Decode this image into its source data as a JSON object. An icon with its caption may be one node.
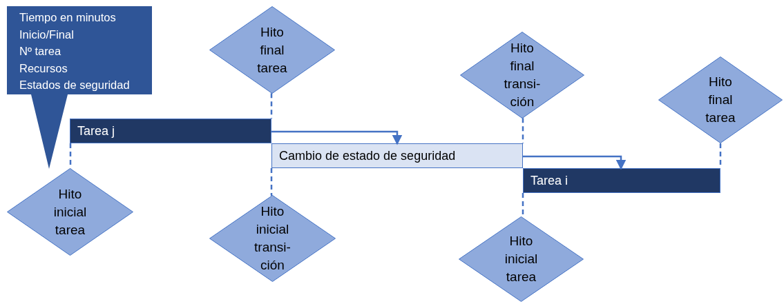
{
  "diagram": {
    "nodes": [
      {
        "text": [
          "Tiempo en minutos",
          "Inicio/Final",
          "Nº tarea",
          "Recursos",
          "Estados de seguridad"
        ]
      },
      {
        "text": [
          "Hito final tarea"
        ]
      },
      {
        "text": [
          "Hito final transi-ción"
        ]
      },
      {
        "text": [
          "Hito final tarea"
        ]
      },
      {
        "text": [
          "Tarea j"
        ]
      },
      {
        "text": [
          "Cambio de estado de seguridad"
        ]
      },
      {
        "text": [
          "Tarea i"
        ]
      },
      {
        "text": [
          "Hito inicial tarea"
        ]
      },
      {
        "text": [
          "Hito inicial transi-ción"
        ]
      },
      {
        "text": [
          "Hito inicial tarea"
        ]
      }
    ],
    "edges": [
      {
        "from": 4,
        "to": 7,
        "arrow": "none",
        "style": "dashed"
      },
      {
        "from": 1,
        "to": 4,
        "arrow": "none",
        "style": "dashed"
      },
      {
        "from": 5,
        "to": 8,
        "arrow": "none",
        "style": "dashed"
      },
      {
        "from": 2,
        "to": 5,
        "arrow": "none",
        "style": "dashed"
      },
      {
        "from": 6,
        "to": 9,
        "arrow": "none",
        "style": "dashed"
      },
      {
        "from": 3,
        "to": 6,
        "arrow": "none",
        "style": "dashed"
      },
      {
        "from": 4,
        "to": 5,
        "arrow": "to"
      },
      {
        "from": 5,
        "to": 6,
        "arrow": "to"
      }
    ]
  }
}
